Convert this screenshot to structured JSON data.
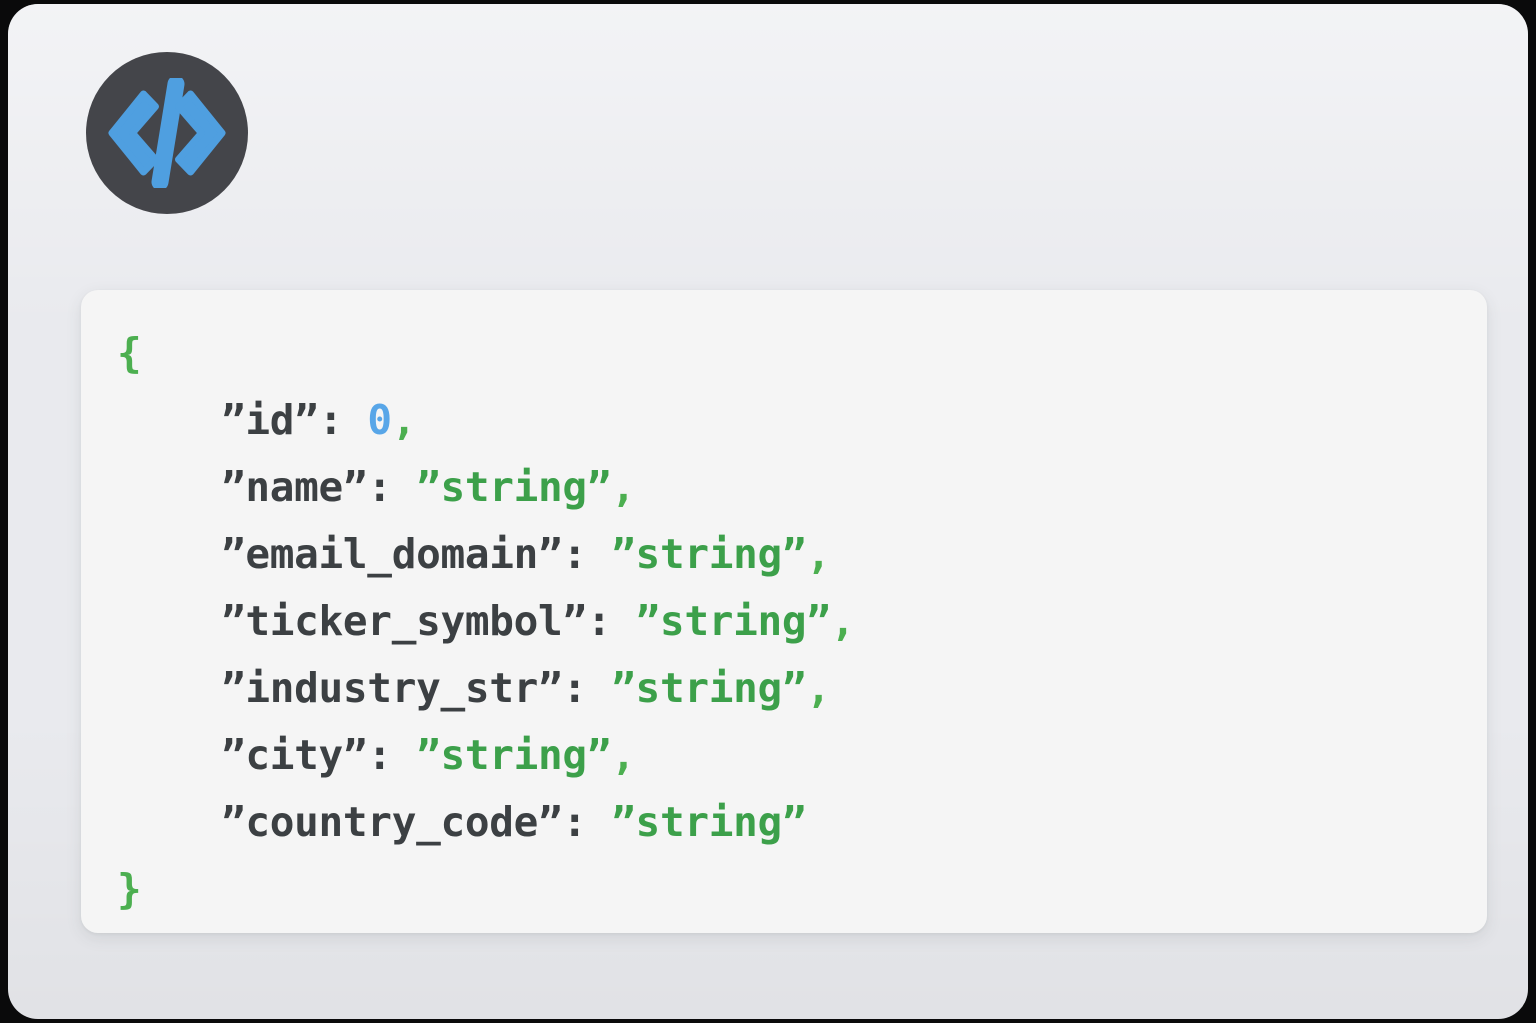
{
  "panel": {
    "background_color": "#e9eaee",
    "outer_background_color": "#0a0a0b"
  },
  "logo": {
    "icon_name": "code-brackets-icon",
    "glyph": "</>",
    "circle_color": "#44454a",
    "glyph_color": "#4f9fe0"
  },
  "code_card": {
    "background_color": "#f5f5f5",
    "language": "json",
    "colors": {
      "brace": "#4caf50",
      "key": "#3c4043",
      "string": "#3ca04a",
      "number": "#58a6e8",
      "comma": "#4caf50",
      "punct": "#3c4043"
    },
    "quote_char": "”",
    "lines": [
      {
        "indent": false,
        "tokens": [
          {
            "kind": "brace",
            "text": "{"
          }
        ]
      },
      {
        "indent": true,
        "tokens": [
          {
            "kind": "key",
            "text": "”id”"
          },
          {
            "kind": "punct",
            "text": ":"
          },
          {
            "kind": "punct",
            "text": " "
          },
          {
            "kind": "number",
            "text": "0"
          },
          {
            "kind": "comma",
            "text": ","
          }
        ]
      },
      {
        "indent": true,
        "tokens": [
          {
            "kind": "key",
            "text": "”name”"
          },
          {
            "kind": "punct",
            "text": ":"
          },
          {
            "kind": "punct",
            "text": " "
          },
          {
            "kind": "string",
            "text": "”string”"
          },
          {
            "kind": "comma",
            "text": ","
          }
        ]
      },
      {
        "indent": true,
        "tokens": [
          {
            "kind": "key",
            "text": "”email_domain”"
          },
          {
            "kind": "punct",
            "text": ":"
          },
          {
            "kind": "punct",
            "text": " "
          },
          {
            "kind": "string",
            "text": "”string”"
          },
          {
            "kind": "comma",
            "text": ","
          }
        ]
      },
      {
        "indent": true,
        "tokens": [
          {
            "kind": "key",
            "text": "”ticker_symbol”"
          },
          {
            "kind": "punct",
            "text": ":"
          },
          {
            "kind": "punct",
            "text": " "
          },
          {
            "kind": "string",
            "text": "”string”"
          },
          {
            "kind": "comma",
            "text": ","
          }
        ]
      },
      {
        "indent": true,
        "tokens": [
          {
            "kind": "key",
            "text": "”industry_str”"
          },
          {
            "kind": "punct",
            "text": ":"
          },
          {
            "kind": "punct",
            "text": " "
          },
          {
            "kind": "string",
            "text": "”string”"
          },
          {
            "kind": "comma",
            "text": ","
          }
        ]
      },
      {
        "indent": true,
        "tokens": [
          {
            "kind": "key",
            "text": "”city”"
          },
          {
            "kind": "punct",
            "text": ":"
          },
          {
            "kind": "punct",
            "text": " "
          },
          {
            "kind": "string",
            "text": "”string”"
          },
          {
            "kind": "comma",
            "text": ","
          }
        ]
      },
      {
        "indent": true,
        "tokens": [
          {
            "kind": "key",
            "text": "”country_code”"
          },
          {
            "kind": "punct",
            "text": ":"
          },
          {
            "kind": "punct",
            "text": " "
          },
          {
            "kind": "string",
            "text": "”string”"
          }
        ]
      },
      {
        "indent": false,
        "tokens": [
          {
            "kind": "brace",
            "text": "}"
          }
        ]
      }
    ],
    "schema_fields": [
      {
        "name": "id",
        "type": "0"
      },
      {
        "name": "name",
        "type": "string"
      },
      {
        "name": "email_domain",
        "type": "string"
      },
      {
        "name": "ticker_symbol",
        "type": "string"
      },
      {
        "name": "industry_str",
        "type": "string"
      },
      {
        "name": "city",
        "type": "string"
      },
      {
        "name": "country_code",
        "type": "string"
      }
    ]
  }
}
